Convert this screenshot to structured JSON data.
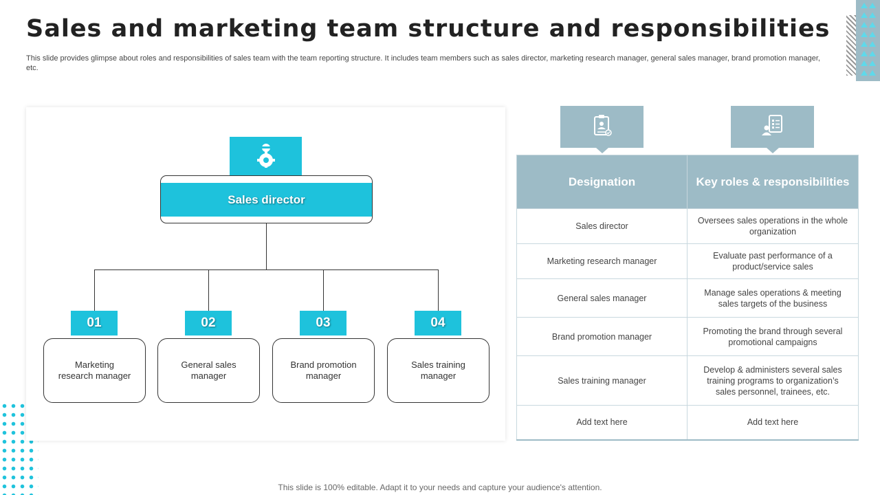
{
  "slide": {
    "title": "Sales and marketing team structure and responsibilities",
    "subtitle": "This slide provides glimpse about roles and responsibilities of sales team with the team reporting structure. It includes team members such as sales director, marketing research manager, general sales manager, brand promotion manager, etc.",
    "footer": "This slide is 100% editable. Adapt it to your needs and capture your audience's attention."
  },
  "org_chart": {
    "director": {
      "label": "Sales director",
      "icon": "worker-gear-icon"
    },
    "members": [
      {
        "number": "01",
        "role": "Marketing research manager"
      },
      {
        "number": "02",
        "role": "General sales manager"
      },
      {
        "number": "03",
        "role": "Brand promotion manager"
      },
      {
        "number": "04",
        "role": "Sales training manager"
      }
    ]
  },
  "table": {
    "icons": [
      "id-badge-icon",
      "checklist-person-icon"
    ],
    "headers": [
      "Designation",
      "Key roles & responsibilities"
    ],
    "rows": [
      {
        "designation": "Sales director",
        "responsibility": "Oversees sales operations in the whole organization"
      },
      {
        "designation": "Marketing research manager",
        "responsibility": "Evaluate past performance of a product/service sales"
      },
      {
        "designation": "General sales manager",
        "responsibility": "Manage sales operations & meeting sales targets of the business"
      },
      {
        "designation": "Brand promotion manager",
        "responsibility": "Promoting the brand through several promotional campaigns"
      },
      {
        "designation": "Sales training manager",
        "responsibility": "Develop & administers several sales training programs to organization’s sales personnel, trainees, etc."
      },
      {
        "designation": "Add text here",
        "responsibility": "Add text here"
      }
    ]
  },
  "colors": {
    "accent": "#1ec2dc",
    "muted_blue": "#9dbbc6",
    "text": "#333333"
  }
}
